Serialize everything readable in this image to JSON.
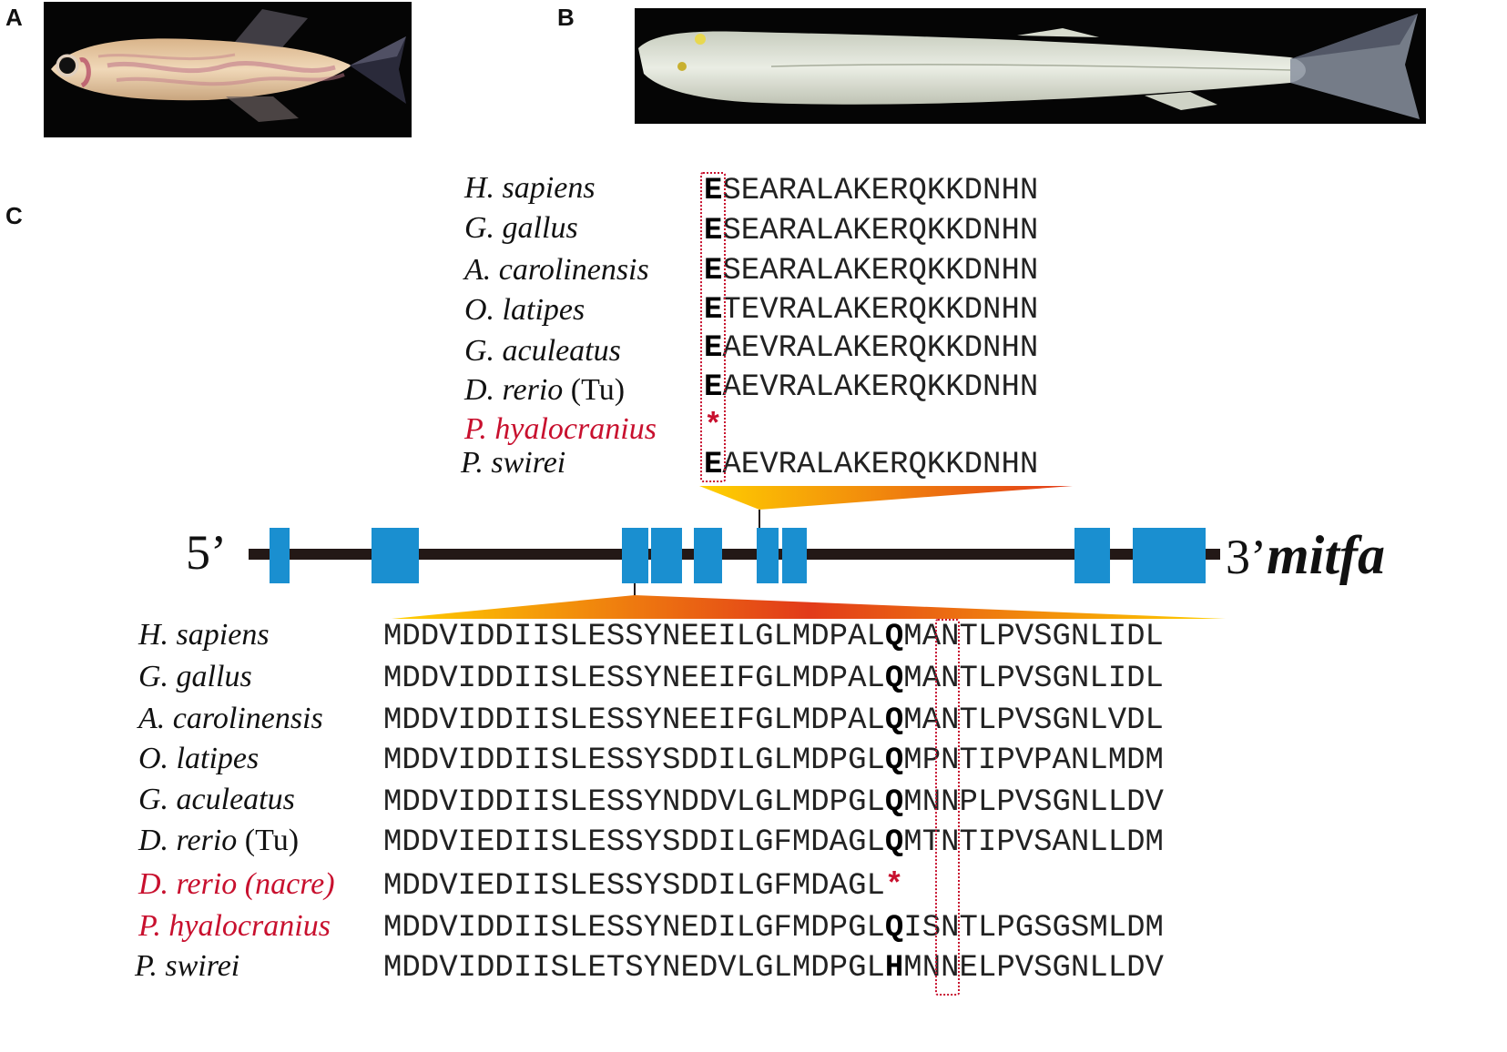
{
  "panels": {
    "a": "A",
    "b": "B",
    "c": "C"
  },
  "gene": {
    "five_prime": "5’",
    "three_prime": "3’",
    "name": "mitfa"
  },
  "top_alignment": [
    {
      "species": "H. sapiens",
      "first": "E",
      "rest": "SEARALAKERQKKDNHN"
    },
    {
      "species": "G. gallus",
      "first": "E",
      "rest": "SEARALAKERQKKDNHN"
    },
    {
      "species": "A. carolinensis",
      "first": "E",
      "rest": "SEARALAKERQKKDNHN"
    },
    {
      "species": "O. latipes",
      "first": "E",
      "rest": "TEVRALAKERQKKDNHN"
    },
    {
      "species": "G. aculeatus",
      "first": "E",
      "rest": "AEVRALAKERQKKDNHN"
    },
    {
      "species": "D. rerio",
      "suffix": "(Tu)",
      "first": "E",
      "rest": "AEVRALAKERQKKDNHN"
    },
    {
      "species": "P. hyalocranius",
      "first": "*",
      "rest": "",
      "red": true
    },
    {
      "species": "P. swirei",
      "first": "E",
      "rest": "AEVRALAKERQKKDNHN"
    }
  ],
  "bottom_alignment": [
    {
      "species": "H. sapiens",
      "pre": "MDDVIDDIISLESSYNEEILGLMDPAL",
      "mark": "Q",
      "post": "MANTLPVSGNLIDL"
    },
    {
      "species": "G. gallus",
      "pre": "MDDVIDDIISLESSYNEEIFGLMDPAL",
      "mark": "Q",
      "post": "MANTLPVSGNLIDL"
    },
    {
      "species": "A. carolinensis",
      "pre": "MDDVIDDIISLESSYNEEIFGLMDPAL",
      "mark": "Q",
      "post": "MANTLPVSGNLVDL"
    },
    {
      "species": "O. latipes",
      "pre": "MDDVIDDIISLESSYSDDILGLMDPGL",
      "mark": "Q",
      "post": "MPNTIPVPANLMDM"
    },
    {
      "species": "G. aculeatus",
      "pre": "MDDVIDDIISLESSYNDDVLGLMDPGL",
      "mark": "Q",
      "post": "MNNPLPVSGNLLDV"
    },
    {
      "species": "D. rerio",
      "suffix": "(Tu)",
      "pre": "MDDVIEDIISLESSYSDDILGFMDAGL",
      "mark": "Q",
      "post": "MTNTIPVSANLLDM"
    },
    {
      "species": "D. rerio (nacre)",
      "pre": "MDDVIEDIISLESSYSDDILGFMDAGL",
      "mark": "*",
      "post": "",
      "red": true
    },
    {
      "species": "P. hyalocranius",
      "pre": "MDDVIDDIISLESSYNEDILGFMDPGL",
      "mark": "Q",
      "post": "ISNTLPGSGSMLDM",
      "red": true
    },
    {
      "species": "P. swirei",
      "pre": "MDDVIDDIISLETSYNEDVLGLMDPGL",
      "mark": "H",
      "post": "MNNELPVSGNLLDV"
    }
  ],
  "colors": {
    "exon": "#1a8fd0",
    "line": "#231816",
    "highlight": "#c8102e",
    "wedge_start": "#ffd000",
    "wedge_end": "#e23a1a"
  }
}
